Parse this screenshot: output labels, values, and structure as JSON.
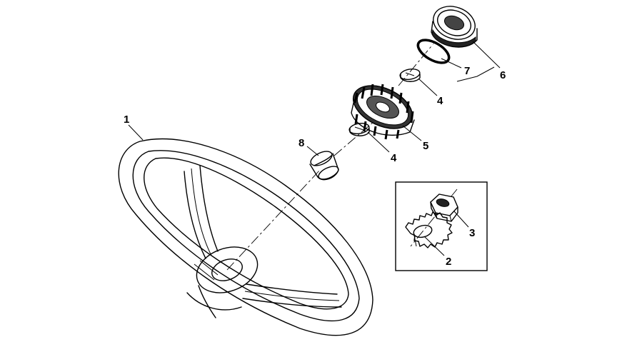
{
  "callouts": {
    "steering_wheel": "1",
    "lock_washer": "2",
    "nut": "3",
    "washer_upper": "4",
    "washer_lower": "4",
    "adapter_hub": "5",
    "cap": "6",
    "o_ring": "7",
    "bushing": "8"
  }
}
